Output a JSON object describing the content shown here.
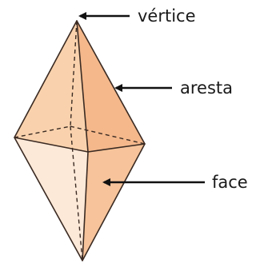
{
  "labels": {
    "vertex": "vértice",
    "edge": "aresta",
    "face": "face"
  },
  "colors": {
    "face_light": "#fde9d8",
    "face_mid": "#f9d2ad",
    "face_dark": "#f4b88b",
    "edge_line": "#3a2a22",
    "pointer": "#111111"
  }
}
